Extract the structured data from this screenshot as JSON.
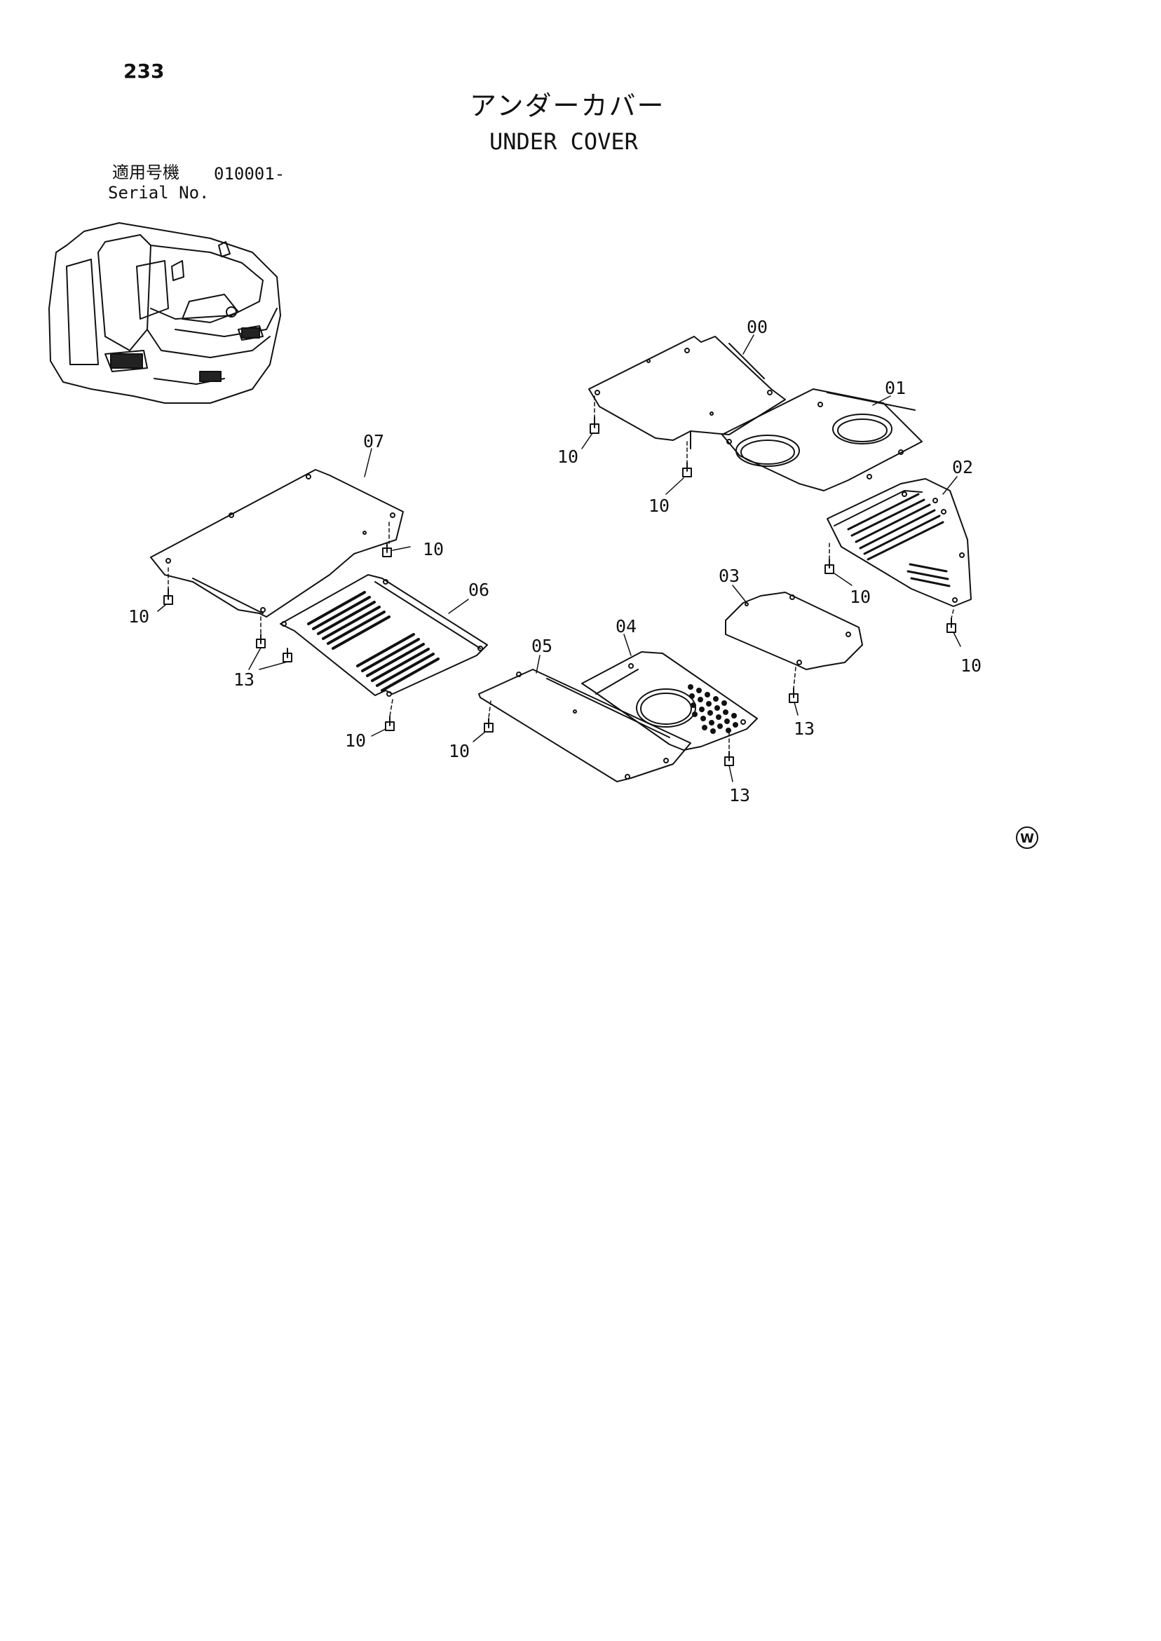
{
  "page": {
    "number": "233",
    "title_jp": "アンダーカバー",
    "title_en": "UNDER COVER",
    "serial_label_jp": "適用号機",
    "serial_range": "010001-",
    "serial_label_en": "Serial No."
  },
  "parts": {
    "p00": "00",
    "p01": "01",
    "p02": "02",
    "p03": "03",
    "p04": "04",
    "p05": "05",
    "p06": "06",
    "p07": "07",
    "bolt": "10",
    "bolt13": "13"
  },
  "watermark": "W"
}
